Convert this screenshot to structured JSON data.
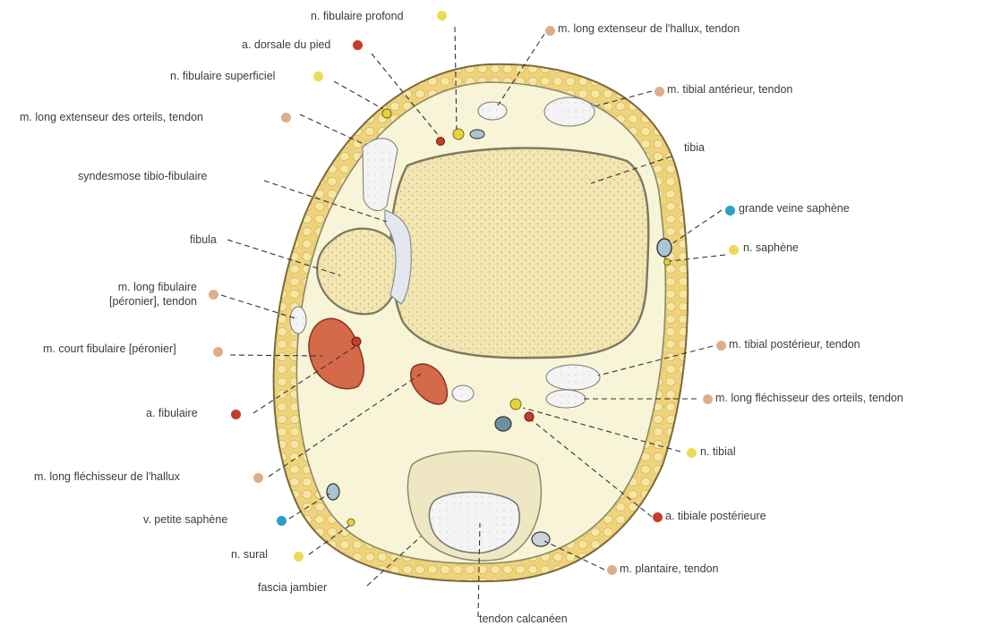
{
  "labels": {
    "n_fibulaire_profond": "n. fibulaire profond",
    "a_dorsale_pied": "a. dorsale du pied",
    "n_fibulaire_superficiel": "n. fibulaire superficiel",
    "m_long_ext_orteils": "m. long extenseur des orteils, tendon",
    "syndesmose": "syndesmose tibio-fibulaire",
    "fibula": "fibula",
    "m_long_fibulaire_1": "m. long fibulaire",
    "m_long_fibulaire_2": "[péronier], tendon",
    "m_court_fibulaire": "m. court fibulaire [péronier]",
    "a_fibulaire": "a. fibulaire",
    "m_long_flech_hallux": "m. long fléchisseur de l'hallux",
    "v_petite_saphene": "v. petite saphène",
    "n_sural": "n. sural",
    "fascia_jambier": "fascia jambier",
    "tendon_calcaneen": "tendon calcanéen",
    "m_plantaire": "m. plantaire, tendon",
    "a_tibiale_post": "a. tibiale postérieure",
    "n_tibial": "n. tibial",
    "m_long_flech_orteils": "m. long fléchisseur des orteils, tendon",
    "m_tibial_post": "m. tibial postérieur, tendon",
    "n_saphene": "n. saphène",
    "grande_veine_saphene": "grande veine saphène",
    "tibia": "tibia",
    "m_tibial_ant": "m. tibial antérieur, tendon",
    "m_long_ext_hallux": "m. long extenseur de l'hallux, tendon"
  },
  "legend_colors": {
    "muscle_tendon": "#dcae8c",
    "nerve": "#ecdb55",
    "artery": "#c83c2c",
    "vein": "#2aa0c8"
  }
}
